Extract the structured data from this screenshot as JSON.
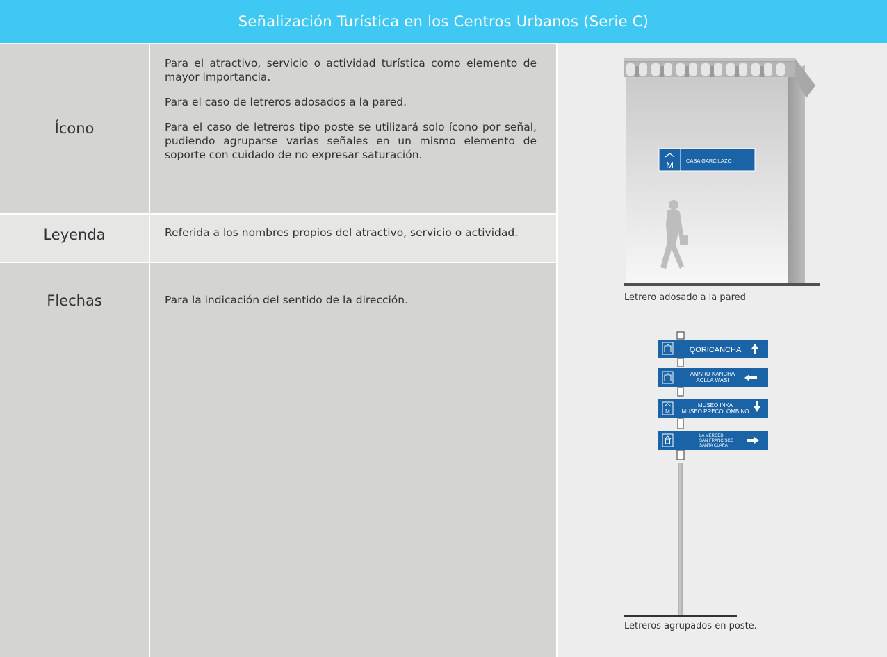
{
  "page": {
    "title": "Señalización Turística en los Centros Urbanos (Serie C)"
  },
  "rows": [
    {
      "term": "Ícono",
      "paragraphs": [
        "Para el atractivo, servicio o actividad turística como elemento de mayor importancia.",
        "Para el caso de letreros adosados a la pared.",
        "Para el caso de letreros tipo poste se utilizará solo ícono por señal, pudiendo agruparse varias señales en un mismo elemento de soporte con cuidado de no expresar saturación."
      ]
    },
    {
      "term": "Leyenda",
      "paragraphs": [
        "Referida a los nombres propios del atractivo, servicio o actividad."
      ]
    },
    {
      "term": "Flechas",
      "paragraphs": [
        "Para la indicación del sentido de la dirección."
      ]
    }
  ],
  "figures": {
    "wall": {
      "caption": "Letrero adosado a la pared",
      "sign": {
        "icon_letter": "M",
        "label": "CASA GARCILAZO"
      }
    },
    "pole": {
      "caption": "Letreros agrupados en poste.",
      "signs": [
        {
          "icon": "inca-wall-icon",
          "lines": [
            "QORICANCHA"
          ],
          "arrow": "up"
        },
        {
          "icon": "inca-wall-icon",
          "lines": [
            "AMARU KANCHA",
            "ACLLA WASI"
          ],
          "arrow": "left"
        },
        {
          "icon": "museum-icon",
          "icon_letter": "M",
          "lines": [
            "MUSEO INKA",
            "MUSEO PRECOLOMBINO"
          ],
          "arrow": "down"
        },
        {
          "icon": "church-icon",
          "lines": [
            "LA MERCED",
            "SAN FRANCISCO",
            "SANTA CLARA"
          ],
          "arrow": "right"
        }
      ]
    }
  },
  "colors": {
    "header_bg": "#3fc8f4",
    "cell_bg": "#d4d4d2",
    "panel_bg": "#ededed",
    "sign_blue": "#1b63a7"
  }
}
